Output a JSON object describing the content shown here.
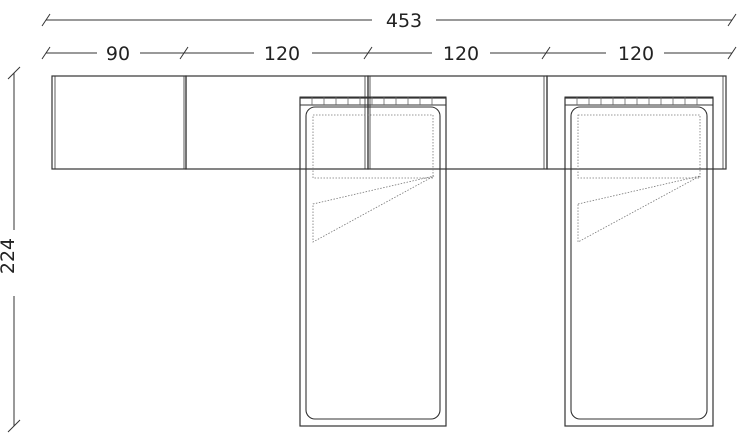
{
  "dimensions": {
    "total_width": "453",
    "segments": [
      "90",
      "120",
      "120",
      "120"
    ],
    "height": "224"
  }
}
